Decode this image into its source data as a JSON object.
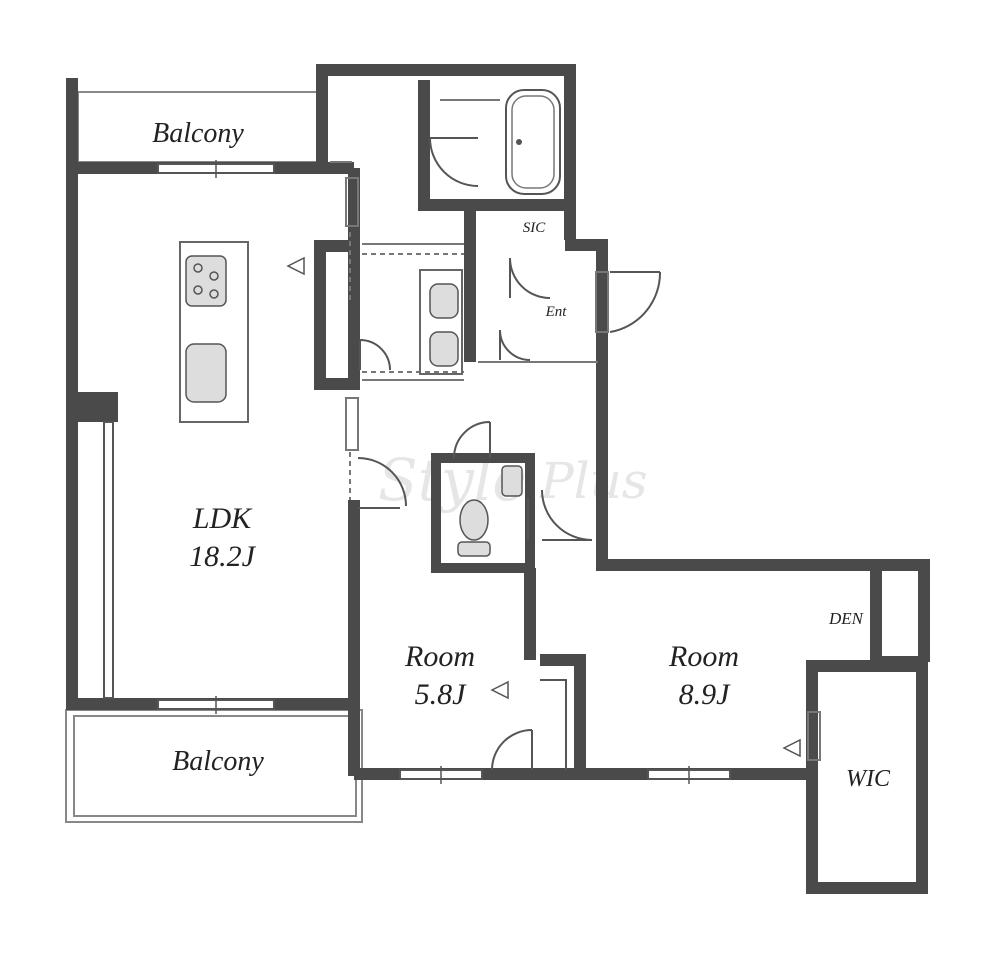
{
  "watermark": {
    "part1": "Style",
    "part2": "Plus"
  },
  "rooms": {
    "balcony_top": "Balcony",
    "sic": "SIC",
    "entrance": "Ent",
    "ldk_name": "LDK",
    "ldk_size": "18.2J",
    "room1_name": "Room",
    "room1_size": "5.8J",
    "room2_name": "Room",
    "room2_size": "8.9J",
    "den": "DEN",
    "balcony_bottom": "Balcony",
    "wic": "WIC"
  },
  "colors": {
    "wall": "#4a4a4a",
    "line": "#555555",
    "fixture_fill": "#dddddd"
  }
}
